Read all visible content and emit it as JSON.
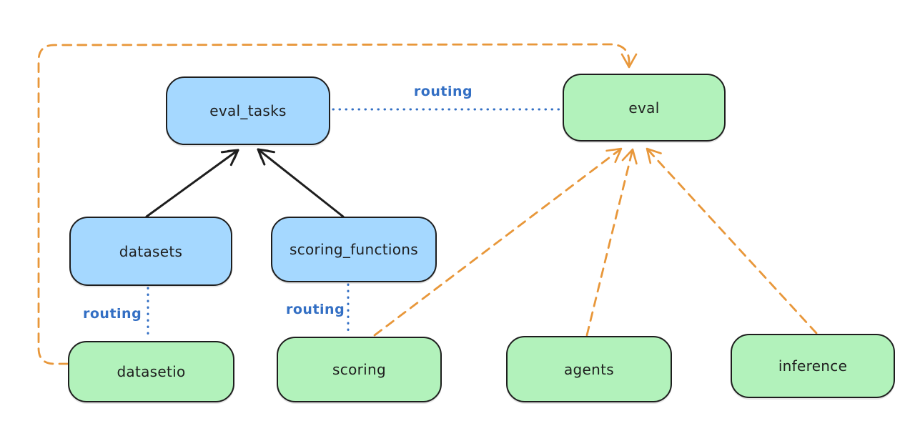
{
  "diagram": {
    "type": "flowchart",
    "background": "#ffffff",
    "colors": {
      "api_node_fill": "#a5d8ff",
      "provider_node_fill": "#b2f2bb",
      "node_border": "#1e1e1e",
      "routing_blue": "#336fc4",
      "orange_dashed": "#e8973a",
      "black_arrow": "#1e1e1e"
    },
    "nodes": {
      "eval_tasks": {
        "label": "eval_tasks",
        "kind": "blue"
      },
      "eval": {
        "label": "eval",
        "kind": "green"
      },
      "datasets": {
        "label": "datasets",
        "kind": "blue"
      },
      "scoring_functions": {
        "label": "scoring_functions",
        "kind": "blue"
      },
      "datasetio": {
        "label": "datasetio",
        "kind": "green"
      },
      "scoring": {
        "label": "scoring",
        "kind": "green"
      },
      "agents": {
        "label": "agents",
        "kind": "green"
      },
      "inference": {
        "label": "inference",
        "kind": "green"
      }
    },
    "labels": {
      "routing_eval_tasks_eval": "routing",
      "routing_datasets_datasetio": "routing",
      "routing_scoring_functions_scoring": "routing"
    },
    "edges": [
      {
        "from": "datasets",
        "to": "eval_tasks",
        "style": "solid-black-arrow"
      },
      {
        "from": "scoring_functions",
        "to": "eval_tasks",
        "style": "solid-black-arrow"
      },
      {
        "from": "eval_tasks",
        "to": "eval",
        "style": "dotted-blue",
        "label": "routing"
      },
      {
        "from": "datasets",
        "to": "datasetio",
        "style": "dotted-blue",
        "label": "routing"
      },
      {
        "from": "scoring_functions",
        "to": "scoring",
        "style": "dotted-blue",
        "label": "routing"
      },
      {
        "from": "datasetio",
        "to": "eval",
        "style": "dashed-orange-arrow"
      },
      {
        "from": "scoring",
        "to": "eval",
        "style": "dashed-orange-arrow"
      },
      {
        "from": "agents",
        "to": "eval",
        "style": "dashed-orange-arrow"
      },
      {
        "from": "inference",
        "to": "eval",
        "style": "dashed-orange-arrow"
      }
    ]
  }
}
